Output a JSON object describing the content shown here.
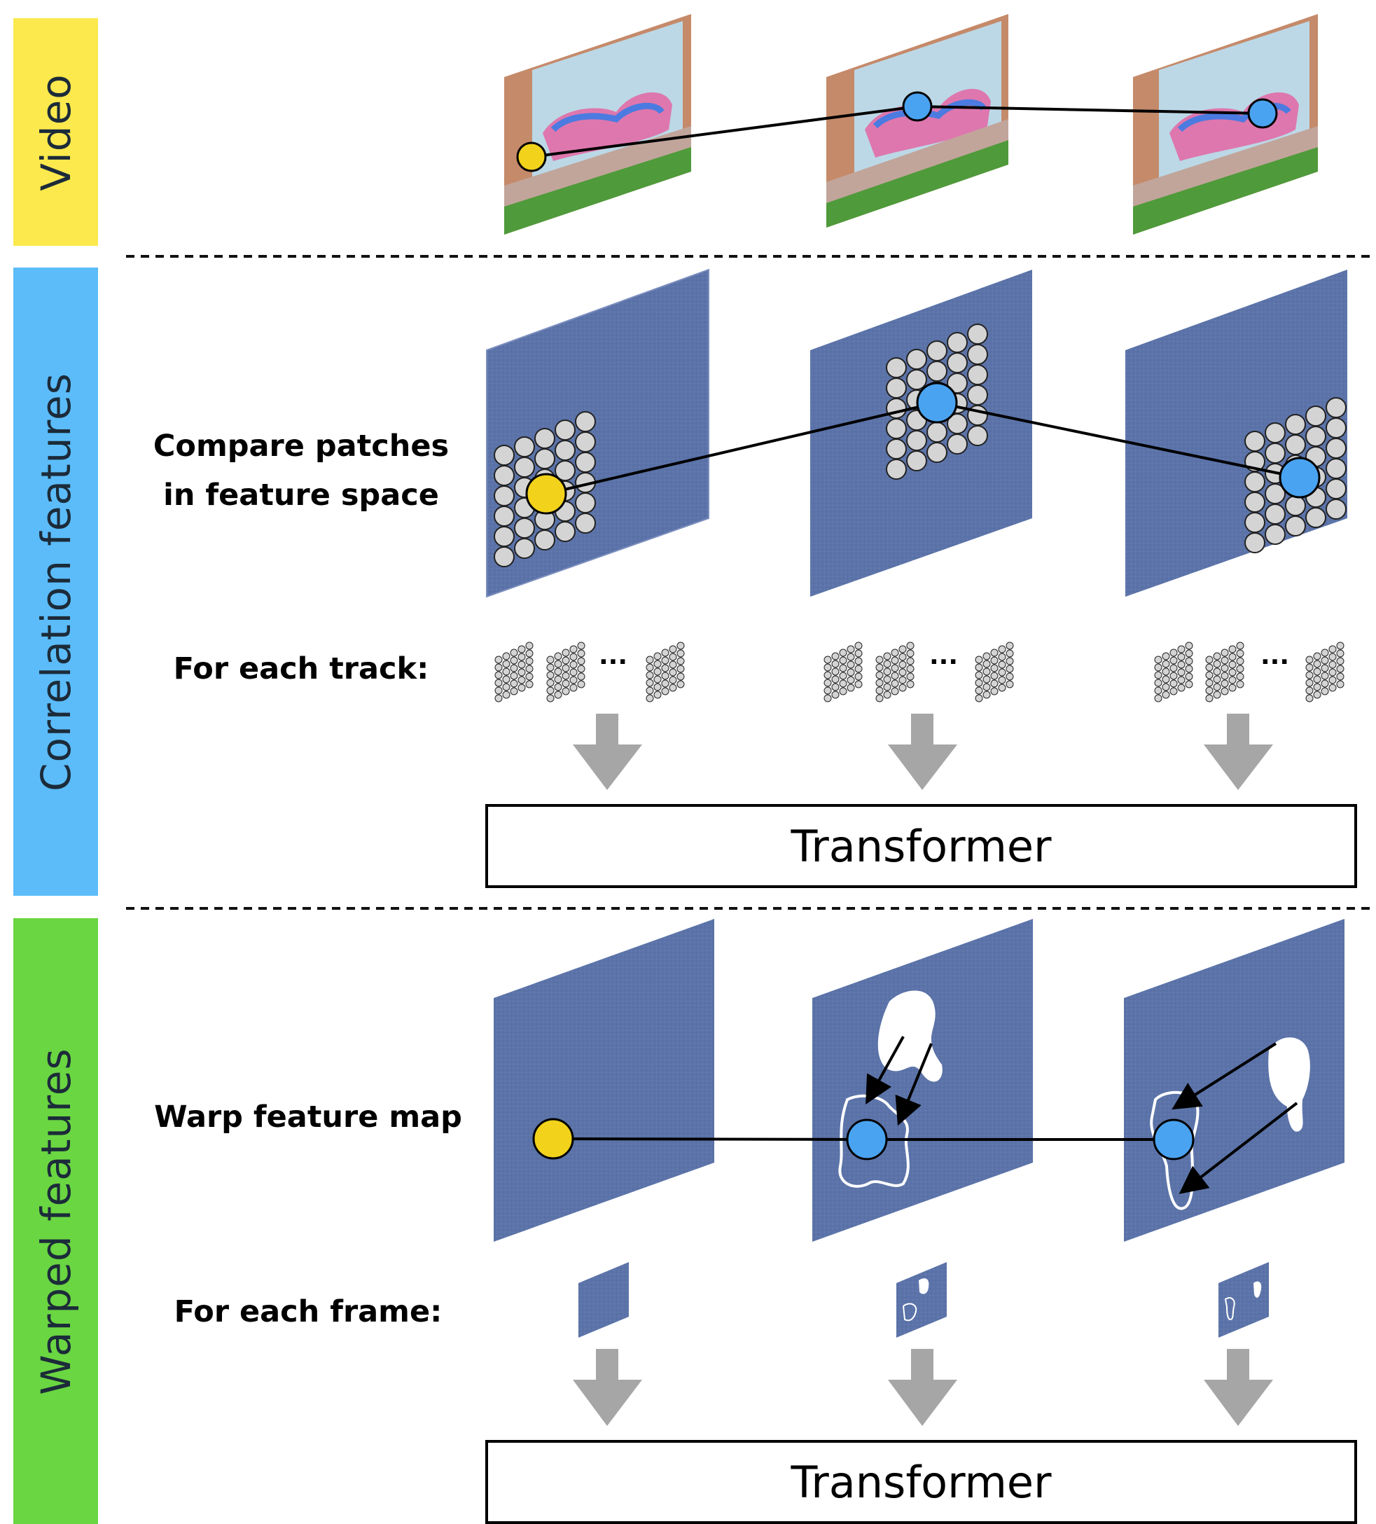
{
  "sections": [
    {
      "label": "Video",
      "color": "#fbe94d"
    },
    {
      "label": "Correlation features",
      "color": "#5bbcf9"
    },
    {
      "label": "Warped features",
      "color": "#6ad642"
    }
  ],
  "correlation": {
    "row1_label": "Compare patches\nin feature space",
    "row2_label": "For each track:",
    "ellipsis": "···",
    "transformer_label": "Transformer"
  },
  "warped": {
    "row1_label": "Warp feature map",
    "row2_label": "For each frame:",
    "transformer_label": "Transformer"
  },
  "colors": {
    "query_point": "#f2d21b",
    "track_point": "#4aa3f1",
    "feature_map": "#5b73a8",
    "patch": "#d4d4d4",
    "arrow": "#a6a6a6"
  }
}
